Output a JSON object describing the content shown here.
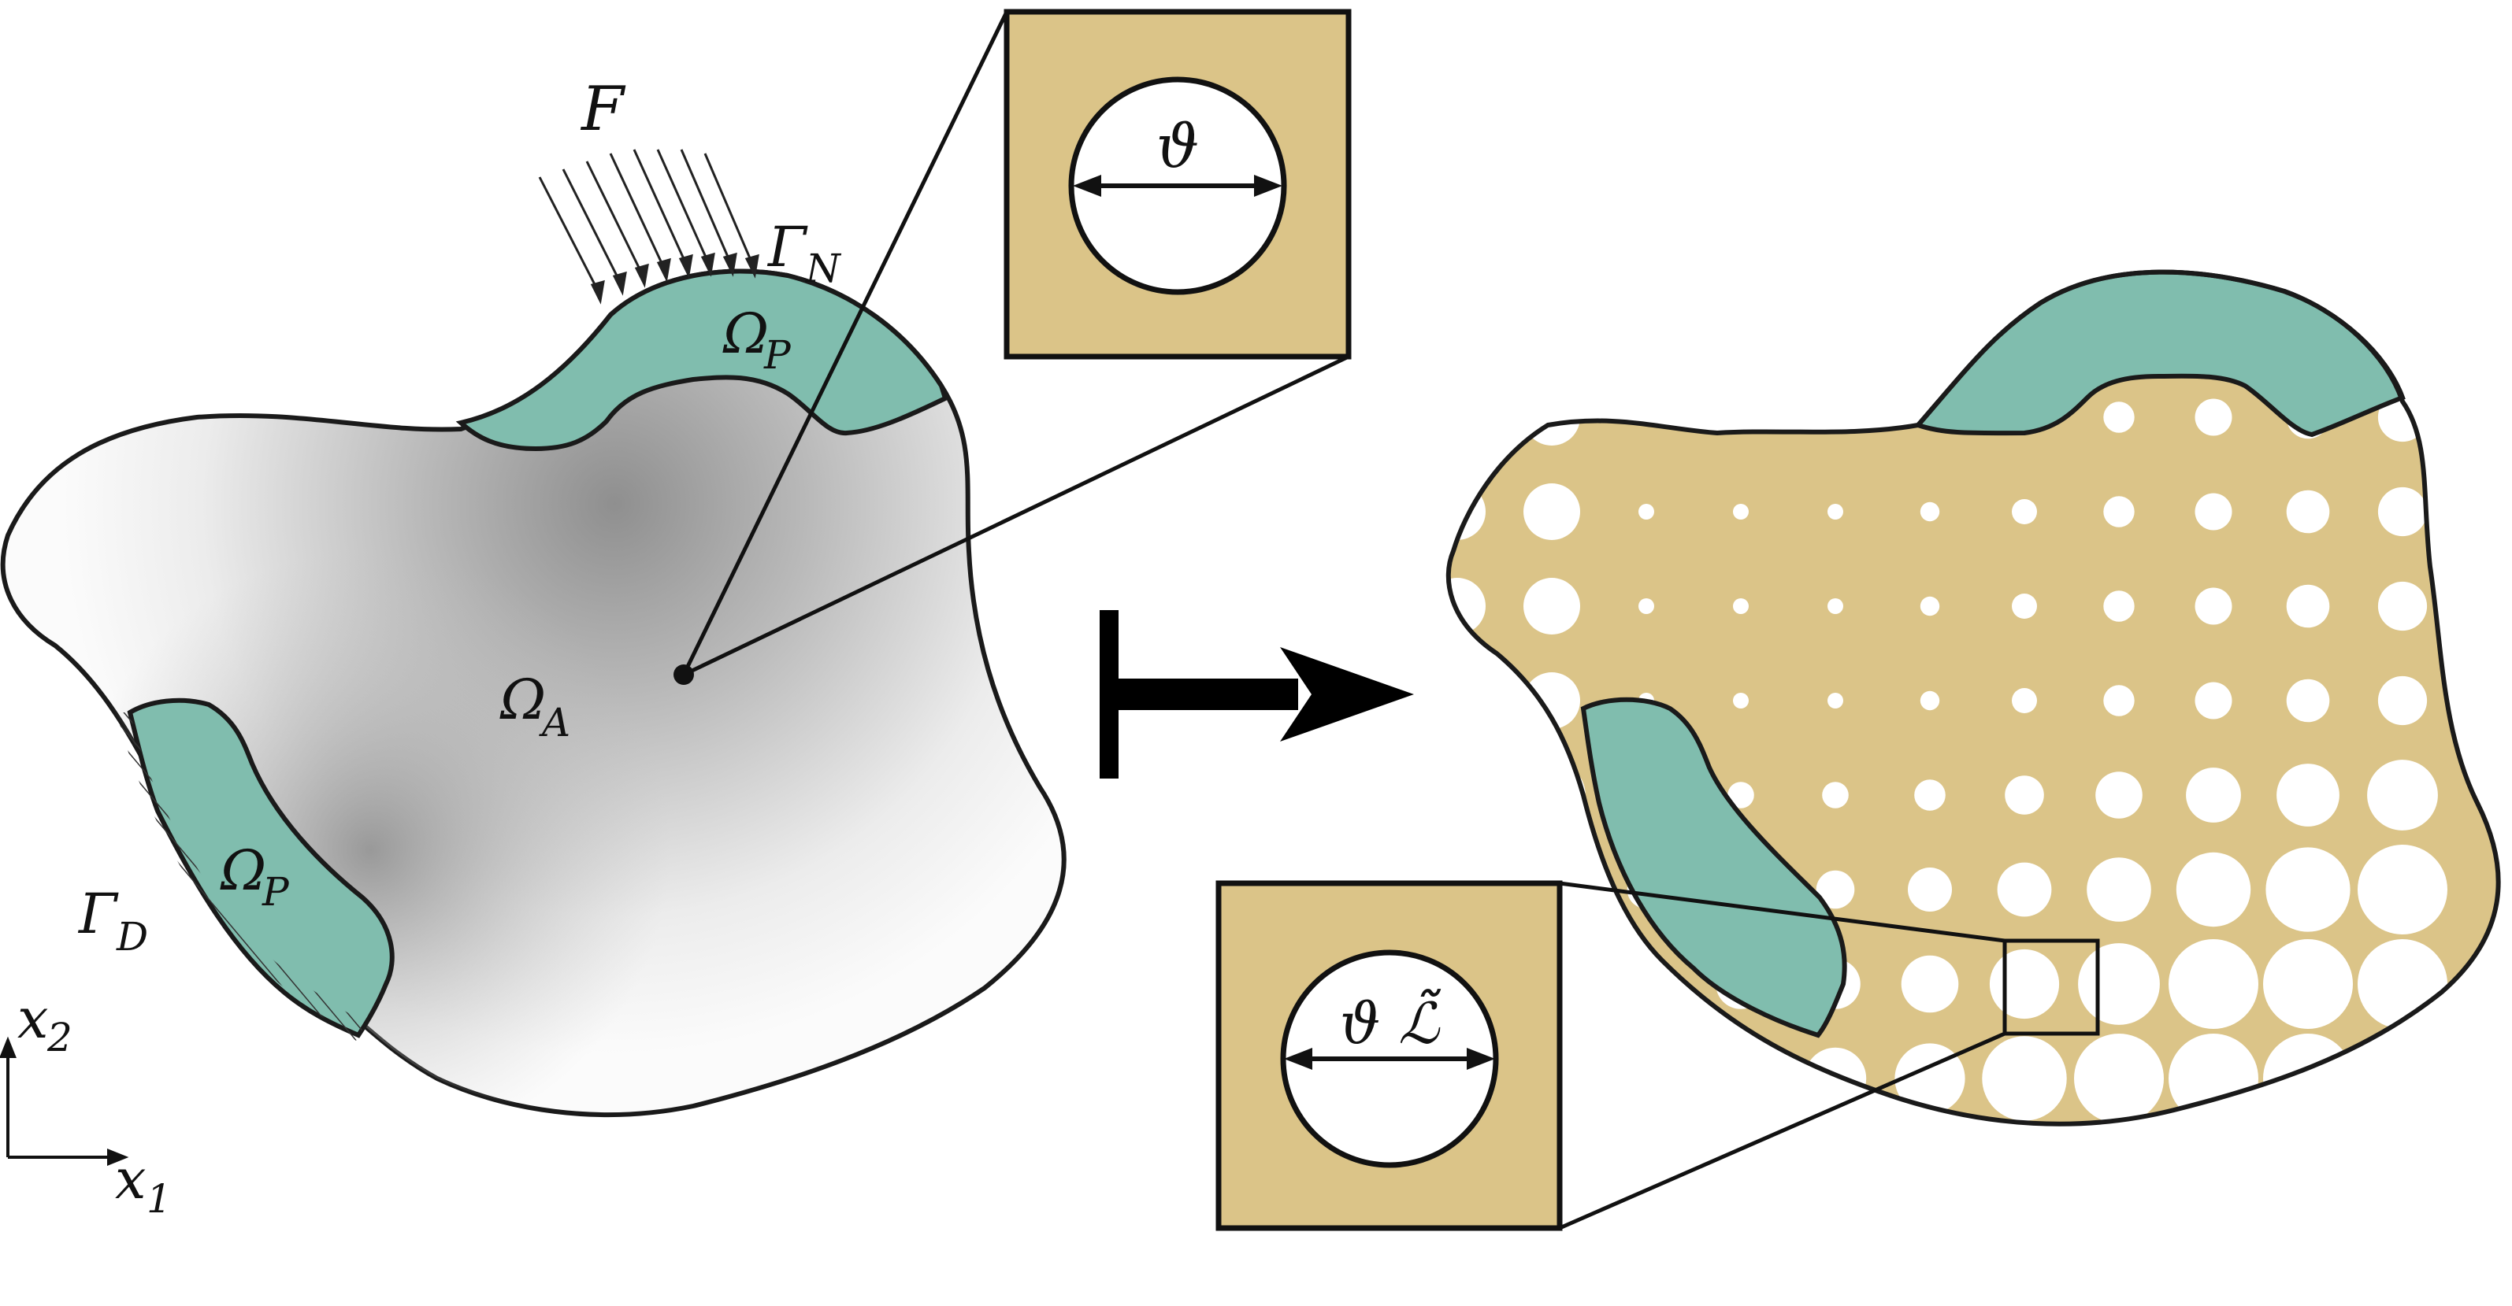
{
  "labels": {
    "force": "F",
    "gamma_n": "Γ",
    "gamma_n_sub": "N",
    "omega_p_top": "Ω",
    "omega_p_top_sub": "P",
    "omega_a": "Ω",
    "omega_a_sub": "A",
    "omega_p_left": "Ω",
    "omega_p_left_sub": "P",
    "gamma_d": "Γ",
    "gamma_d_sub": "D",
    "axis_x2": "x",
    "axis_x2_sub": "2",
    "axis_x1": "x",
    "axis_x1_sub": "1",
    "inset_top_param": "ϑ",
    "inset_bottom_param": "ϑ ℒ̃"
  },
  "colors": {
    "passive_region": "#80BDAE",
    "microstructure_fill": "#DBC488",
    "void": "#FFFFFF",
    "outline": "#1A1A1A",
    "design_gradient_dark": "#9E9E9E",
    "design_gradient_light": "#FAFAFA"
  }
}
